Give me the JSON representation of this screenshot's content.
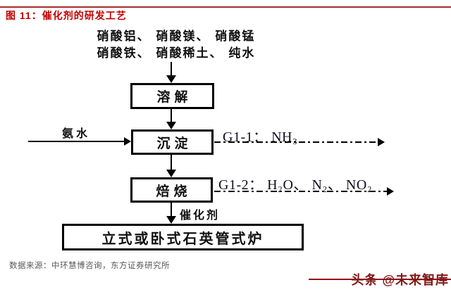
{
  "title": {
    "label": "图 11：催化剂的研发工艺"
  },
  "flowchart": {
    "inputs": {
      "line1": "硝酸铝、 硝酸镁、 硝酸锰",
      "line2": "硝酸铁、 硝酸稀土、 纯水"
    },
    "boxes": {
      "dissolve": "溶解",
      "precipitate": "沉淀",
      "calcine": "焙烧",
      "furnace": "立式或卧式石英管式炉"
    },
    "labels": {
      "ammonia": "氨水",
      "catalyst": "催化剂",
      "offgas1": "G1-1： NH₃",
      "offgas2": "G1-2： H₂O、 N₂、 NO₂"
    }
  },
  "footer": {
    "source": "数据来源：中环慧博咨询，东方证券研究所"
  },
  "watermark": {
    "text": "头条 @未来智库"
  },
  "colors": {
    "title_red": "#c00000",
    "rule_red": "#a02c2c",
    "watermark_red": "#801818",
    "source_gray": "#595959",
    "diagram_black": "#000000"
  }
}
